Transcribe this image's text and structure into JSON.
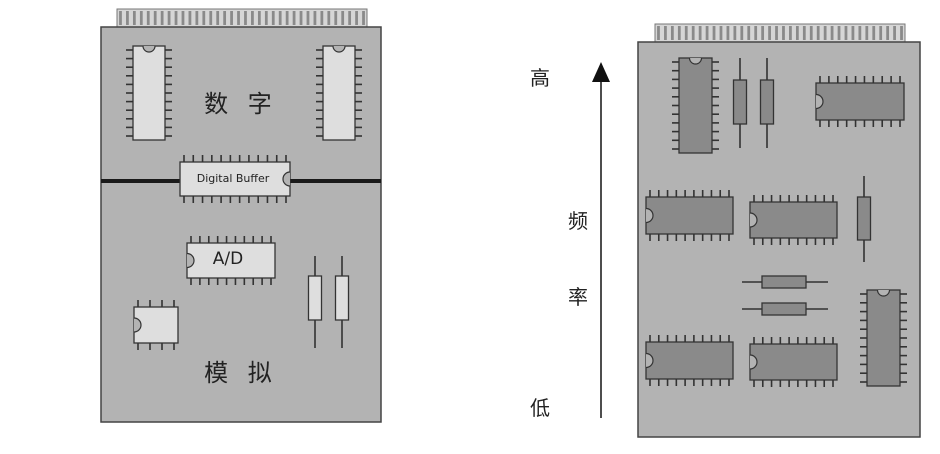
{
  "left_board": {
    "digital_label": "数 字",
    "buffer_label": "Digital Buffer",
    "adc_label": "A/D",
    "analog_label": "模 拟"
  },
  "frequency_axis": {
    "top_label": "高",
    "middle_label_1": "频",
    "middle_label_2": "率",
    "bottom_label": "低"
  },
  "colors": {
    "board_fill": "#b3b3b3",
    "light_chip_fill": "#dedede",
    "dark_chip_fill": "#8a8a8a",
    "outline": "#333333",
    "divider": "#1a1a1a"
  }
}
